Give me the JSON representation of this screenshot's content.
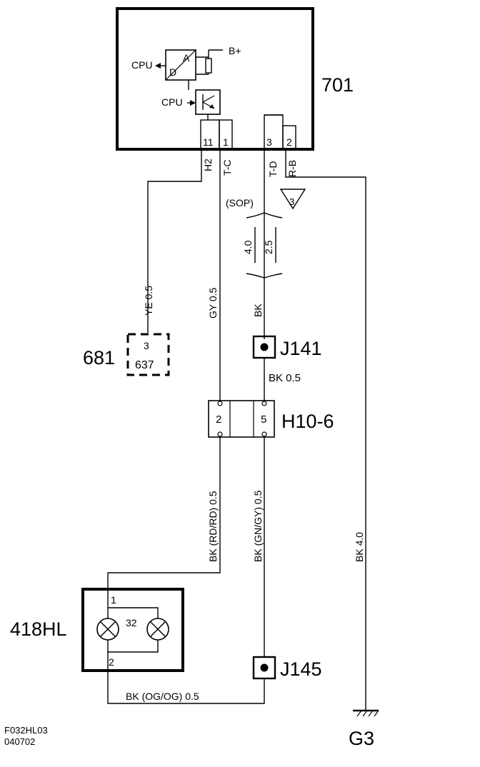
{
  "module_701": {
    "id": "701",
    "b_plus": "B+",
    "cpu_label_top": "CPU",
    "cpu_label_bottom": "CPU",
    "adc_a": "A",
    "adc_d": "D",
    "pins": [
      {
        "pin": "11",
        "signal": "H2"
      },
      {
        "pin": "1",
        "signal": "T-C"
      },
      {
        "pin": "3",
        "signal": "T-D"
      },
      {
        "pin": "2",
        "signal": "R-B"
      }
    ]
  },
  "sop": {
    "label": "(SOP)",
    "note": "3",
    "size_a": "4.0",
    "size_b": "2.5"
  },
  "wires": {
    "ye": "YE 0.5",
    "gy": "GY 0.5",
    "bk": "BK",
    "bk_05": "BK  0.5",
    "bk_rdrd": "BK  (RD/RD)   0.5",
    "bk_gngy": "BK  (GN/GY)   0.5",
    "bk_40": "BK  4.0",
    "bk_ogog": "BK  (OG/OG)   0.5"
  },
  "connector_681": {
    "id": "681",
    "pin": "3",
    "ref": "637"
  },
  "splice_j141": {
    "id": "J141"
  },
  "splice_j145": {
    "id": "J145"
  },
  "connector_h10": {
    "id": "H10-6",
    "pin_a": "2",
    "pin_b": "5"
  },
  "lamp_418hl": {
    "id": "418HL",
    "pin1": "1",
    "pin2": "2",
    "bulb": "32"
  },
  "ground": {
    "id": "G3"
  },
  "footer": {
    "code": "F032HL03",
    "date": "040702"
  }
}
